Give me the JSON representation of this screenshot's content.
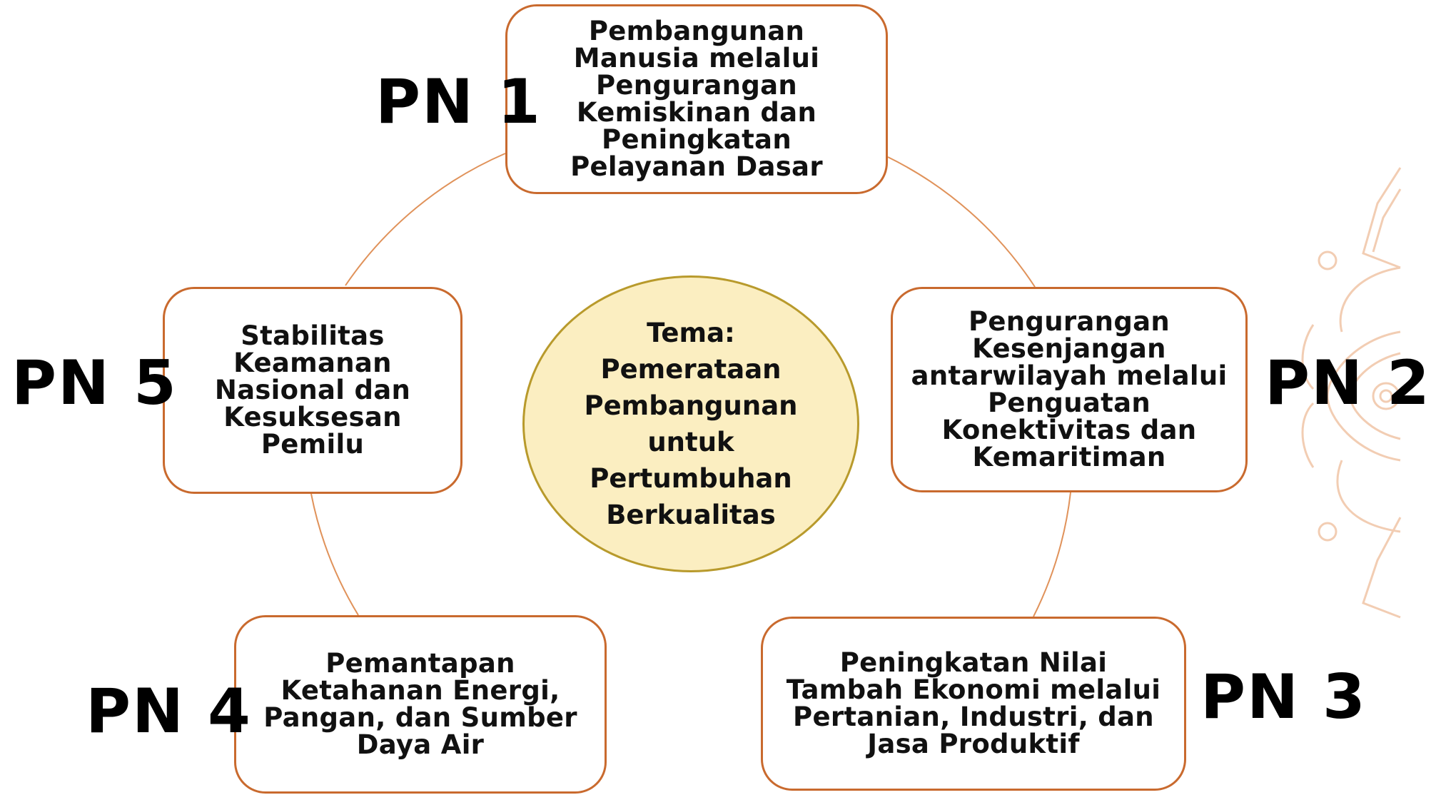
{
  "theme": {
    "label": "Tema:",
    "lines": [
      "Pemerataan",
      "Pembangunan",
      "untuk",
      "Pertumbuhan",
      "Berkualitas"
    ]
  },
  "priorities": [
    {
      "label": "PN 1",
      "text": "Pembangunan Manusia melalui Pengurangan Kemiskinan dan Peningkatan Pelayanan Dasar"
    },
    {
      "label": "PN 2",
      "text": "Pengurangan Kesenjangan antarwilayah melalui Penguatan Konektivitas dan Kemaritiman"
    },
    {
      "label": "PN 3",
      "text": "Peningkatan Nilai Tambah Ekonomi melalui Pertanian, Industri, dan Jasa Produktif"
    },
    {
      "label": "PN 4",
      "text": "Pemantapan Ketahanan Energi, Pangan, dan Sumber Daya Air"
    },
    {
      "label": "PN 5",
      "text": "Stabilitas Keamanan Nasional dan Kesuksesan Pemilu"
    }
  ],
  "colors": {
    "box_border": "#c96a2e",
    "ring_line": "#e0925a",
    "center_fill": "#fbeec1",
    "center_border": "#b89a2c",
    "ornament": "#f2cdb3"
  }
}
